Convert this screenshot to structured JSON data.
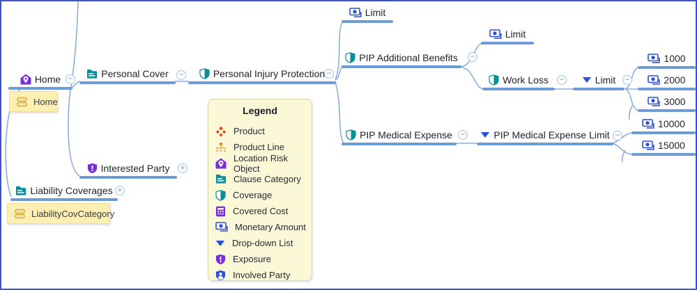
{
  "ui": {
    "collapse_glyph": "−",
    "expand_glyph": "+"
  },
  "colors": {
    "branch_line": "#6d9bd6",
    "connector": "#8aafdf",
    "canvas_border": "#3d53cc",
    "teal": "#0b8e98",
    "purple": "#7b2dd8",
    "blue": "#2a4fdb",
    "product_orange": "#d84e1f",
    "product_line_orange": "#e08a1f",
    "tag_background": "#fbefb3",
    "legend_background": "#fbf8d8"
  },
  "nodes": {
    "home": {
      "label": "Home"
    },
    "home_tag": {
      "label": "Home"
    },
    "personal_cover": {
      "label": "Personal Cover"
    },
    "personal_injury_protection": {
      "label": "Personal Injury Protection"
    },
    "limit_top": {
      "label": "Limit"
    },
    "pip_additional_benefits": {
      "label": "PIP Additional Benefits"
    },
    "limit_ab": {
      "label": "Limit"
    },
    "work_loss": {
      "label": "Work Loss"
    },
    "work_loss_limit": {
      "label": "Limit"
    },
    "wl_value_1": {
      "label": "1000"
    },
    "wl_value_2": {
      "label": "2000"
    },
    "wl_value_3": {
      "label": "3000"
    },
    "pip_medical_expense": {
      "label": "PIP Medical Expense"
    },
    "pip_medical_expense_limit": {
      "label": "PIP Medical Expense Limit"
    },
    "me_value_1": {
      "label": "10000"
    },
    "me_value_2": {
      "label": "15000"
    },
    "interested_party": {
      "label": "Interested Party"
    },
    "liability_coverages": {
      "label": "Liability Coverages"
    },
    "liability_tag": {
      "label": "LiabilityCovCategory"
    }
  },
  "legend": {
    "title": "Legend",
    "items": [
      {
        "label": "Product",
        "icon": "product-icon"
      },
      {
        "label": "Product Line",
        "icon": "product-line-icon"
      },
      {
        "label": "Location Risk Object",
        "icon": "location-risk-object-icon"
      },
      {
        "label": "Clause Category",
        "icon": "clause-category-icon"
      },
      {
        "label": "Coverage",
        "icon": "coverage-icon"
      },
      {
        "label": "Covered Cost",
        "icon": "covered-cost-icon"
      },
      {
        "label": "Monetary Amount",
        "icon": "monetary-amount-icon"
      },
      {
        "label": "Drop-down List",
        "icon": "drop-down-list-icon"
      },
      {
        "label": "Exposure",
        "icon": "exposure-icon"
      },
      {
        "label": "Involved Party",
        "icon": "involved-party-icon"
      }
    ]
  }
}
